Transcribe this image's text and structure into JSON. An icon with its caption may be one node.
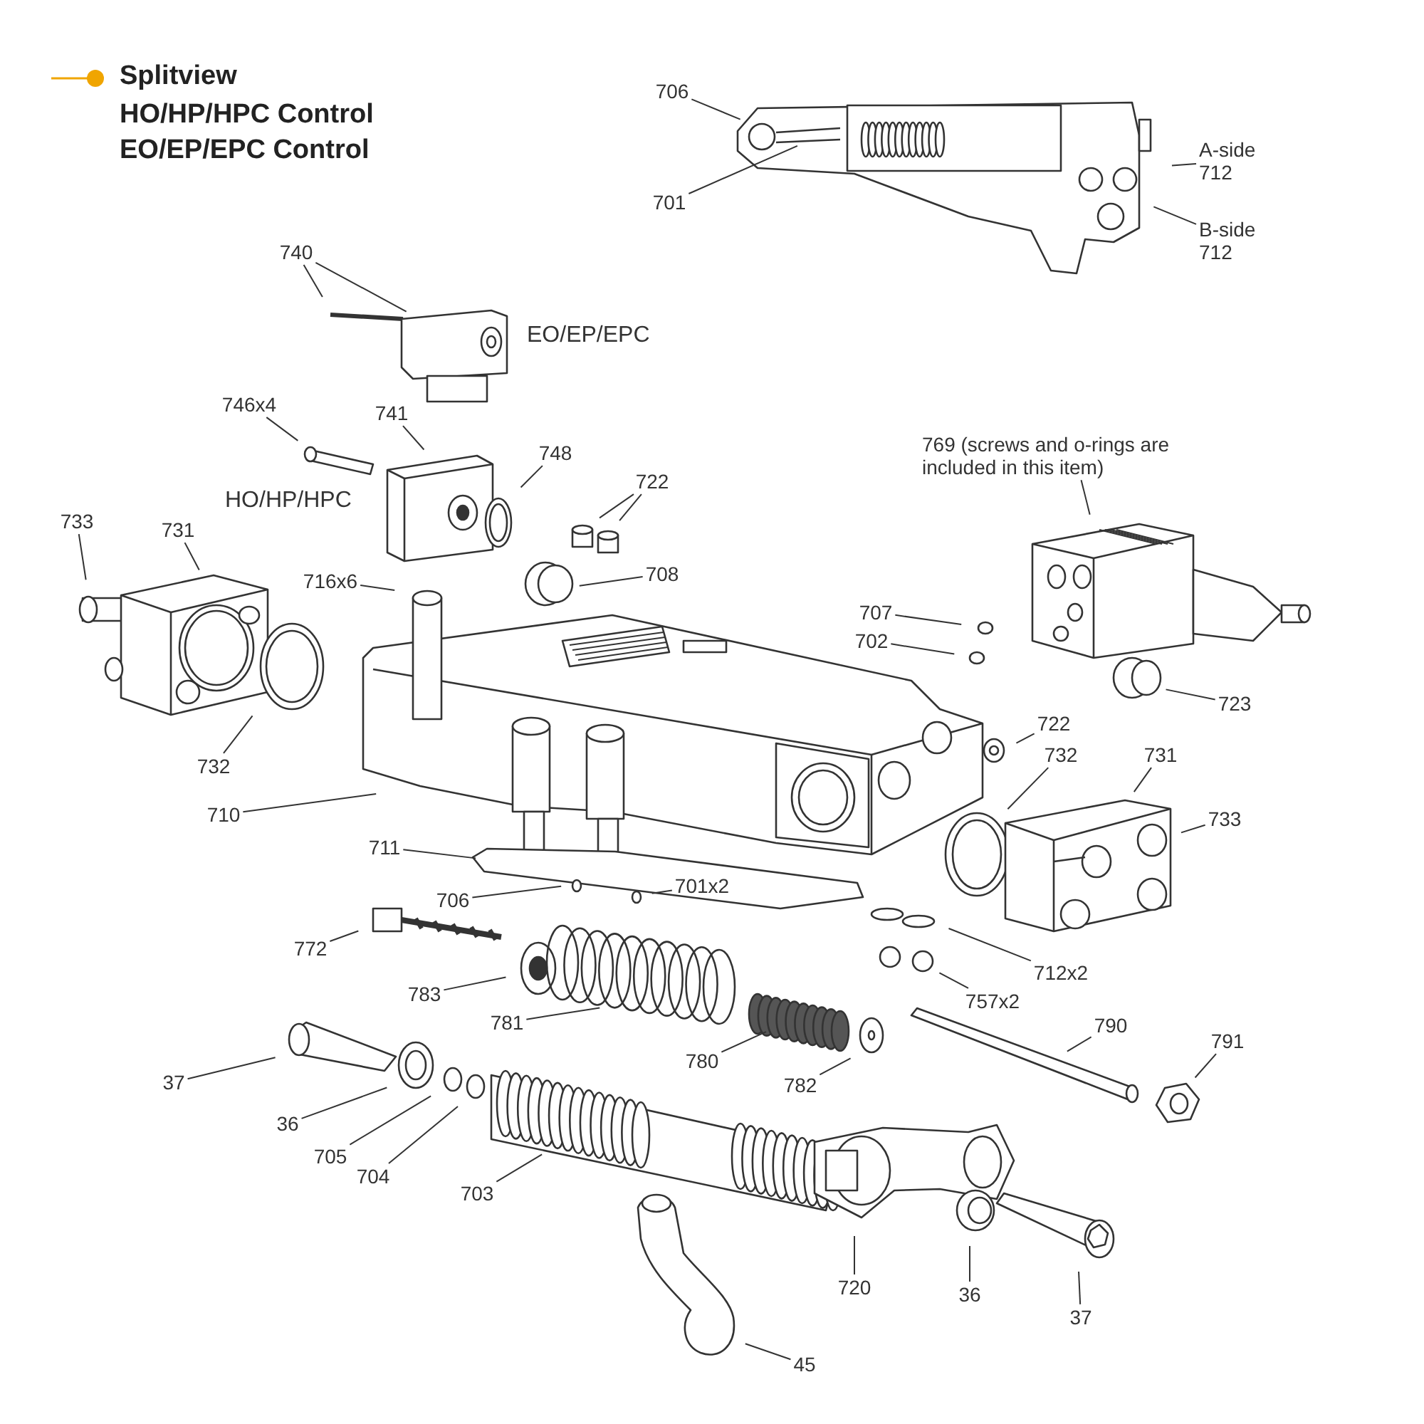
{
  "diagram": {
    "title": "Splitview",
    "nodes": [
      {
        "text": [
          "706"
        ]
      },
      {
        "text": [
          "701"
        ]
      },
      {
        "text": [
          "A-side 712"
        ]
      },
      {
        "text": [
          "B-side 712"
        ]
      },
      {
        "text": [
          "740"
        ]
      },
      {
        "text": [
          "746x4"
        ]
      },
      {
        "text": [
          "741"
        ]
      },
      {
        "text": [
          "748"
        ]
      },
      {
        "text": [
          "722"
        ]
      },
      {
        "text": [
          "733"
        ]
      },
      {
        "text": [
          "731"
        ]
      },
      {
        "text": [
          "716x6"
        ]
      },
      {
        "text": [
          "708"
        ]
      },
      {
        "text": [
          "769 (screws and o-rings are included in this item)"
        ]
      },
      {
        "text": [
          "707"
        ]
      },
      {
        "text": [
          "702"
        ]
      },
      {
        "text": [
          "723"
        ]
      },
      {
        "text": [
          "722"
        ]
      },
      {
        "text": [
          "732"
        ]
      },
      {
        "text": [
          "731"
        ]
      },
      {
        "text": [
          "733"
        ]
      },
      {
        "text": [
          "732"
        ]
      },
      {
        "text": [
          "710"
        ]
      },
      {
        "text": [
          "711"
        ]
      },
      {
        "text": [
          "706"
        ]
      },
      {
        "text": [
          "701x2"
        ]
      },
      {
        "text": [
          "772"
        ]
      },
      {
        "text": [
          "712x2"
        ]
      },
      {
        "text": [
          "783"
        ]
      },
      {
        "text": [
          "757x2"
        ]
      },
      {
        "text": [
          "781"
        ]
      },
      {
        "text": [
          "790"
        ]
      },
      {
        "text": [
          "791"
        ]
      },
      {
        "text": [
          "780"
        ]
      },
      {
        "text": [
          "37"
        ]
      },
      {
        "text": [
          "782"
        ]
      },
      {
        "text": [
          "36"
        ]
      },
      {
        "text": [
          "705"
        ]
      },
      {
        "text": [
          "704"
        ]
      },
      {
        "text": [
          "703"
        ]
      },
      {
        "text": [
          "720"
        ]
      },
      {
        "text": [
          "36"
        ]
      },
      {
        "text": [
          "37"
        ]
      },
      {
        "text": [
          "45"
        ]
      }
    ],
    "edges": [
      {
        "from": 0,
        "to": null,
        "arrow": "none"
      },
      {
        "from": 1,
        "to": null,
        "arrow": "none"
      },
      {
        "from": 2,
        "to": null,
        "arrow": "none"
      },
      {
        "from": 3,
        "to": null,
        "arrow": "none"
      },
      {
        "from": 4,
        "to": null,
        "arrow": "none"
      },
      {
        "from": 4,
        "to": null,
        "arrow": "none"
      },
      {
        "from": 5,
        "to": null,
        "arrow": "none"
      },
      {
        "from": 6,
        "to": null,
        "arrow": "none"
      },
      {
        "from": 7,
        "to": null,
        "arrow": "none"
      },
      {
        "from": 8,
        "to": null,
        "arrow": "none"
      },
      {
        "from": 8,
        "to": null,
        "arrow": "none"
      },
      {
        "from": 9,
        "to": null,
        "arrow": "none"
      },
      {
        "from": 10,
        "to": null,
        "arrow": "none"
      },
      {
        "from": 11,
        "to": null,
        "arrow": "none"
      },
      {
        "from": 12,
        "to": null,
        "arrow": "none"
      },
      {
        "from": 13,
        "to": null,
        "arrow": "none"
      },
      {
        "from": 14,
        "to": null,
        "arrow": "none"
      },
      {
        "from": 15,
        "to": null,
        "arrow": "none"
      },
      {
        "from": 16,
        "to": null,
        "arrow": "none"
      },
      {
        "from": 17,
        "to": null,
        "arrow": "none"
      },
      {
        "from": 18,
        "to": null,
        "arrow": "none"
      },
      {
        "from": 19,
        "to": null,
        "arrow": "none"
      },
      {
        "from": 20,
        "to": null,
        "arrow": "none"
      },
      {
        "from": 21,
        "to": null,
        "arrow": "none"
      },
      {
        "from": 22,
        "to": null,
        "arrow": "none"
      },
      {
        "from": 23,
        "to": null,
        "arrow": "none"
      },
      {
        "from": 24,
        "to": null,
        "arrow": "none"
      },
      {
        "from": 25,
        "to": null,
        "arrow": "none"
      },
      {
        "from": 26,
        "to": null,
        "arrow": "none"
      },
      {
        "from": 27,
        "to": null,
        "arrow": "none"
      },
      {
        "from": 28,
        "to": null,
        "arrow": "none"
      },
      {
        "from": 29,
        "to": null,
        "arrow": "none"
      },
      {
        "from": 30,
        "to": null,
        "arrow": "none"
      },
      {
        "from": 31,
        "to": null,
        "arrow": "none"
      },
      {
        "from": 32,
        "to": null,
        "arrow": "none"
      },
      {
        "from": 33,
        "to": null,
        "arrow": "none"
      },
      {
        "from": 34,
        "to": null,
        "arrow": "none"
      },
      {
        "from": 35,
        "to": null,
        "arrow": "none"
      },
      {
        "from": 36,
        "to": null,
        "arrow": "none"
      },
      {
        "from": 37,
        "to": null,
        "arrow": "none"
      },
      {
        "from": 38,
        "to": null,
        "arrow": "none"
      },
      {
        "from": 39,
        "to": null,
        "arrow": "none"
      },
      {
        "from": 40,
        "to": null,
        "arrow": "none"
      },
      {
        "from": 41,
        "to": null,
        "arrow": "none"
      },
      {
        "from": 42,
        "to": null,
        "arrow": "none"
      },
      {
        "from": 43,
        "to": null,
        "arrow": "none"
      }
    ],
    "labels": [
      "HO/HP/HPC Control",
      "EO/EP/EPC Control",
      "EO/EP/EPC",
      "HO/HP/HPC"
    ]
  }
}
